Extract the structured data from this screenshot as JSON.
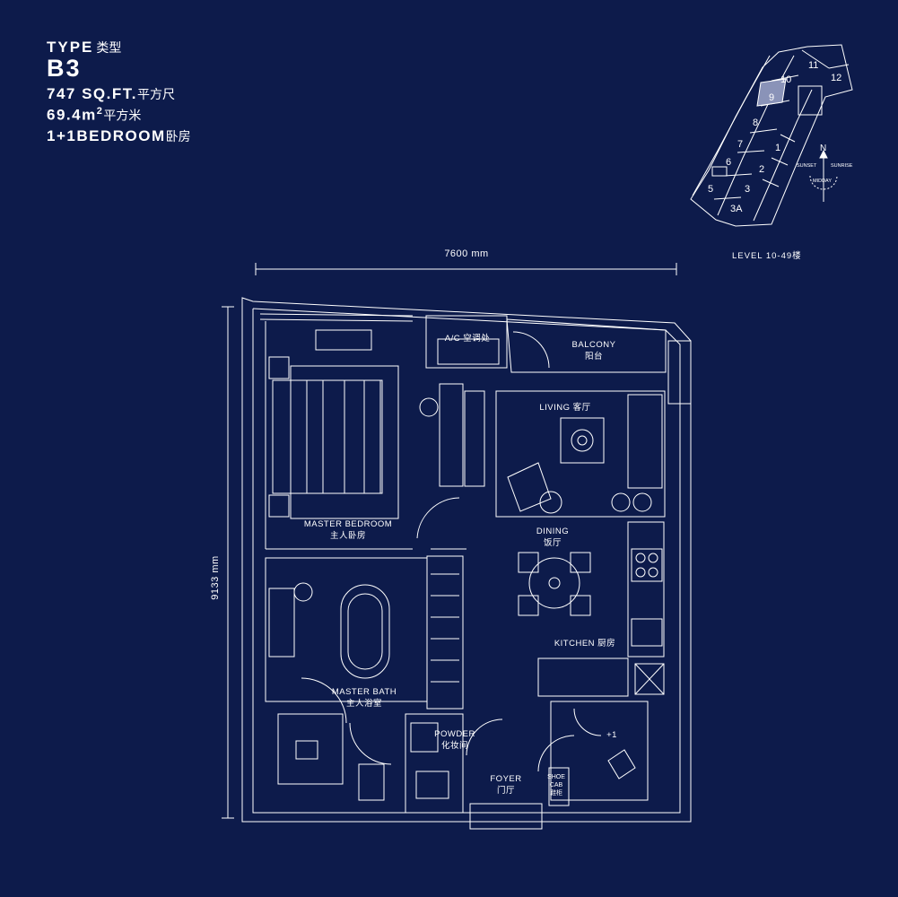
{
  "unit": {
    "type_label": "TYPE",
    "type_label_cn": "类型",
    "code": "B3",
    "area_sqft": "747 SQ.FT.",
    "area_sqft_cn": "平方尺",
    "area_sqm": "69.4m",
    "area_sqm_sup": "2",
    "area_sqm_cn": "平方米",
    "bedrooms": "1+1BEDROOM",
    "bedrooms_cn": "卧房"
  },
  "key_plan": {
    "level": "LEVEL 10-49楼",
    "units": [
      "11",
      "12",
      "10",
      "9",
      "8",
      "7",
      "1",
      "6",
      "2",
      "5",
      "3",
      "3A"
    ],
    "highlighted_unit": "9",
    "compass": {
      "north": "N",
      "sunset": "SUNSET",
      "sunrise": "SUNRISE",
      "midday": "MIDDAY"
    }
  },
  "dimensions": {
    "width": "7600 mm",
    "height": "9133 mm"
  },
  "rooms": {
    "ac": "A/C 空调处",
    "balcony": "BALCONY",
    "balcony_cn": "阳台",
    "living": "LIVING 客厅",
    "master_bedroom": "MASTER BEDROOM",
    "master_bedroom_cn": "主人卧房",
    "dining": "DINING",
    "dining_cn": "饭厅",
    "kitchen": "KITCHEN 厨房",
    "master_bath": "MASTER BATH",
    "master_bath_cn": "主人浴室",
    "powder": "POWDER",
    "powder_cn": "化妆间",
    "plus_one": "+1",
    "foyer": "FOYER",
    "foyer_cn": "门厅",
    "shoe1": "SHOE",
    "shoe2": "CAB",
    "shoe_cn": "鞋柜"
  },
  "colors": {
    "background": "#0d1b4b",
    "linework": "#ffffff",
    "highlight": "#8a93b8"
  }
}
